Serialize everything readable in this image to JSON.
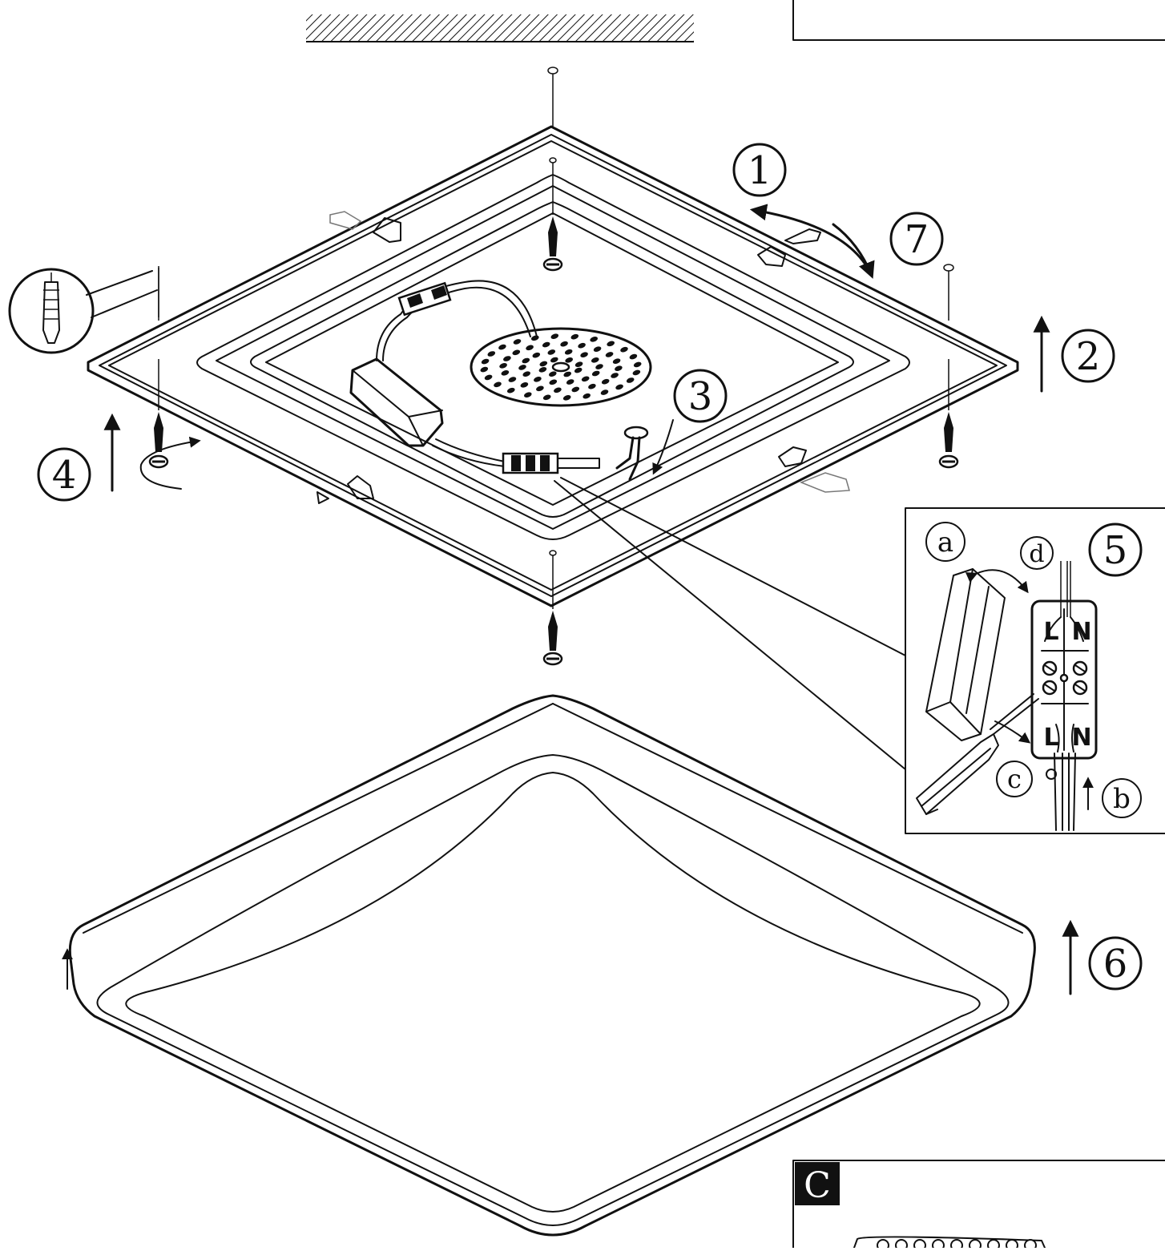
{
  "steps": {
    "s1": "1",
    "s2": "2",
    "s3": "3",
    "s4": "4",
    "s5": "5",
    "s6": "6",
    "s7": "7"
  },
  "substeps": {
    "a": "a",
    "b": "b",
    "c": "c",
    "d": "d"
  },
  "terminal": {
    "top_left": "L",
    "top_right": "N",
    "bottom_left": "L",
    "bottom_right": "N"
  },
  "panel_label": "C",
  "icons": {
    "ceiling": "ceiling-hatch-icon",
    "wall_plug": "wall-plug-icon",
    "screw": "screw-icon",
    "driver": "led-driver-icon",
    "led_disc": "led-disc-icon",
    "terminal_block": "terminal-block-icon",
    "screwdriver": "screwdriver-icon",
    "clip": "clip-icon"
  }
}
